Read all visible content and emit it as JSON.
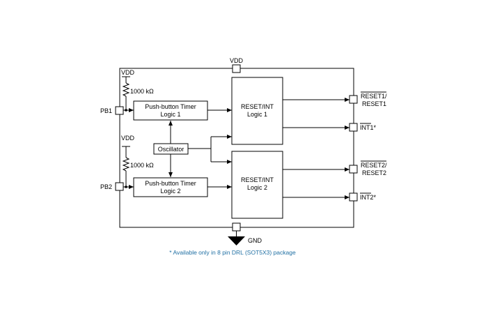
{
  "pins": {
    "vdd_top": "VDD",
    "gnd": "GND",
    "pb1": "PB1",
    "pb2": "PB2",
    "reset1": "RESET1/",
    "reset1_b": "RESET1",
    "int1": "INT1*",
    "reset2": "RESET2/",
    "reset2_b": "RESET2",
    "int2": "INT2*"
  },
  "supply": {
    "vdd1": "VDD",
    "vdd2": "VDD",
    "r1": "1000 kΩ",
    "r2": "1000 kΩ"
  },
  "blocks": {
    "timer1_l1": "Push-button Timer",
    "timer1_l2": "Logic 1",
    "timer2_l1": "Push-button Timer",
    "timer2_l2": "Logic 2",
    "osc": "Oscillator",
    "reset1_l1": "RESET/INT",
    "reset1_l2": "Logic 1",
    "reset2_l1": "RESET/INT",
    "reset2_l2": "Logic 2"
  },
  "footnote": "* Available only in 8 pin DRL (SOT5X3) package"
}
